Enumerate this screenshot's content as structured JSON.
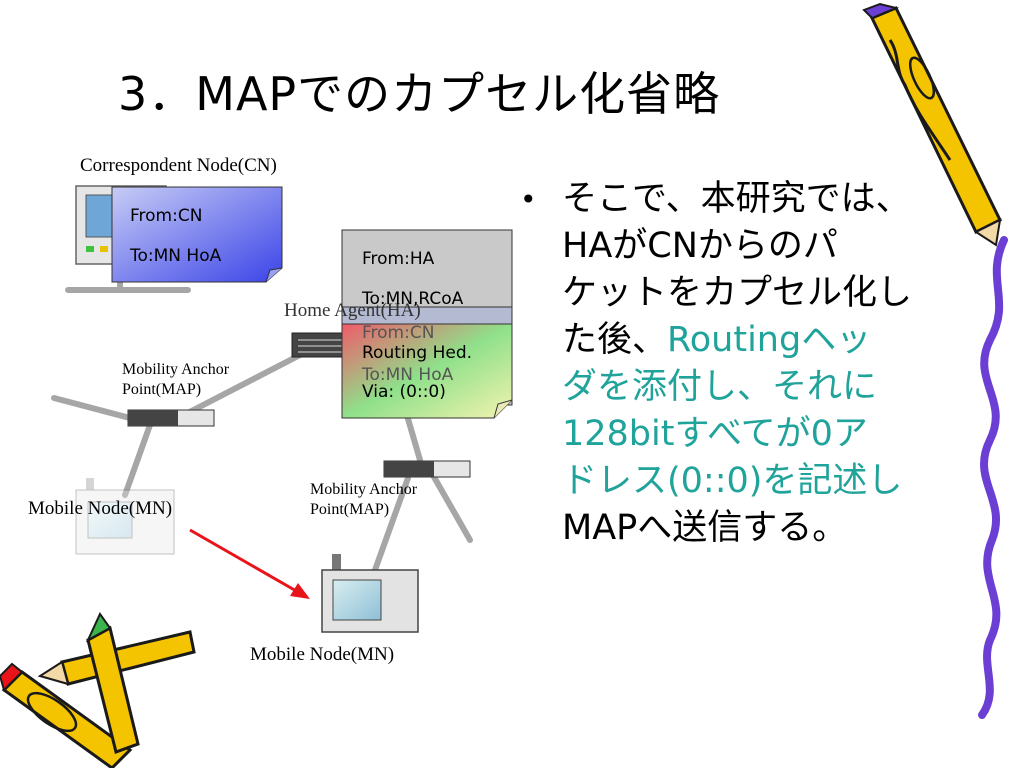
{
  "slide": {
    "title": "3．MAPでのカプセル化省略"
  },
  "labels": {
    "cn": "Correspondent Node(CN)",
    "ha": "Home Agent(HA)",
    "map_left": [
      "Mobility Anchor",
      "Point(MAP)"
    ],
    "map_right": [
      "Mobility Anchor",
      "Point(MAP)"
    ],
    "mn_left": "Mobile Node(MN)",
    "mn_bottom": "Mobile Node(MN)"
  },
  "packets": {
    "cn_packet": {
      "from": "From:CN",
      "to": "To:MN HoA"
    },
    "ha_outer": {
      "from": "From:HA",
      "to": "To:MN,RCoA"
    },
    "ha_inner": {
      "from": "From:CN",
      "routing": "Routing Hed.",
      "to": "To:MN HoA",
      "via": "Via: (0::0)"
    }
  },
  "bullet": {
    "marker": "•",
    "lines": [
      {
        "text": "そこで、本研究では、",
        "highlight": false
      },
      {
        "text": "HAがCNからのパ",
        "highlight": false
      },
      {
        "text": "ケットをカプセル化し",
        "highlight": false
      },
      {
        "text_plain": "た後、",
        "text_teal": "Routingヘッ"
      },
      {
        "text": "ダを添付し、それに",
        "highlight": true
      },
      {
        "text": "128bitすべてが0ア",
        "highlight": true
      },
      {
        "text": "ドレス(0::0)を記述し",
        "highlight": true
      },
      {
        "text": "MAPへ送信する。",
        "highlight": false
      }
    ]
  },
  "colors": {
    "teal": "#1fa39a",
    "arrow": "#e8141a",
    "wire": "#a6a6a6",
    "pencil_yellow": "#f5c400",
    "pencil_purple": "#6b3fd4"
  },
  "icons": [
    "computer-icon",
    "server-icon",
    "router-icon",
    "mobile-device-icon",
    "pencil-icon",
    "squiggle-icon"
  ]
}
